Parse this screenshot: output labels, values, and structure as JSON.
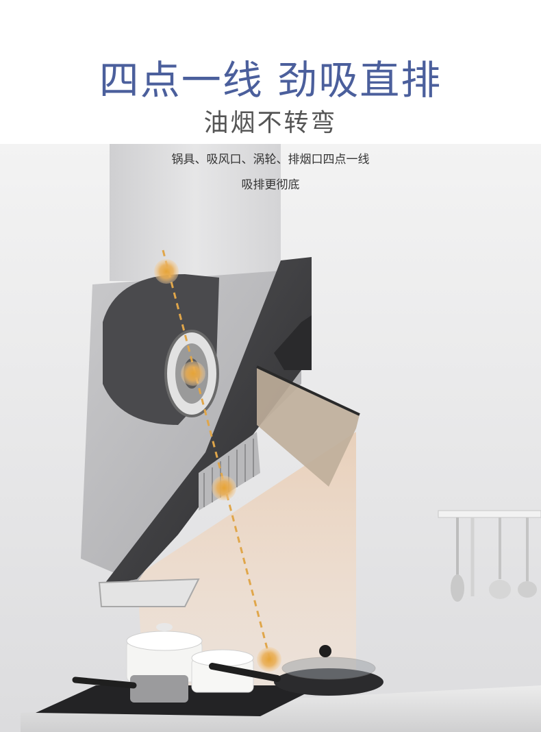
{
  "headline": "四点一线  劲吸直排",
  "subheadline": "油烟不转弯",
  "description": {
    "line1": "锅具、吸风口、涡轮、排烟口四点一线",
    "line2": "吸排更彻底"
  },
  "colors": {
    "headline": "#4b5f9c",
    "alignment_line": "#e0a64a",
    "hood_glass": "#3c3c3e",
    "smoke_beam": "#f2dcc8"
  },
  "icons": [
    "range-hood",
    "turbine-fan",
    "grease-filter",
    "cookware",
    "hanging-utensils"
  ]
}
